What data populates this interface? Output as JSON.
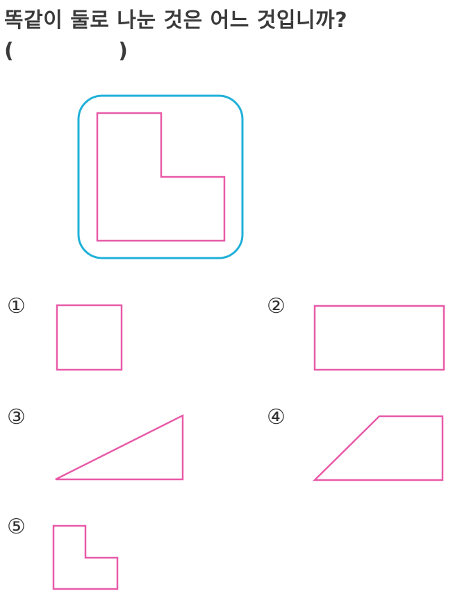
{
  "question": {
    "text": "똑같이 둘로 나눈 것은 어느 것입니까?",
    "answer_open": "(",
    "answer_close": ")"
  },
  "options": [
    {
      "label": "①"
    },
    {
      "label": "②"
    },
    {
      "label": "③"
    },
    {
      "label": "④"
    },
    {
      "label": "⑤"
    }
  ],
  "colors": {
    "shape_stroke": "#e85aa8",
    "frame_stroke": "#1fb0d8"
  }
}
